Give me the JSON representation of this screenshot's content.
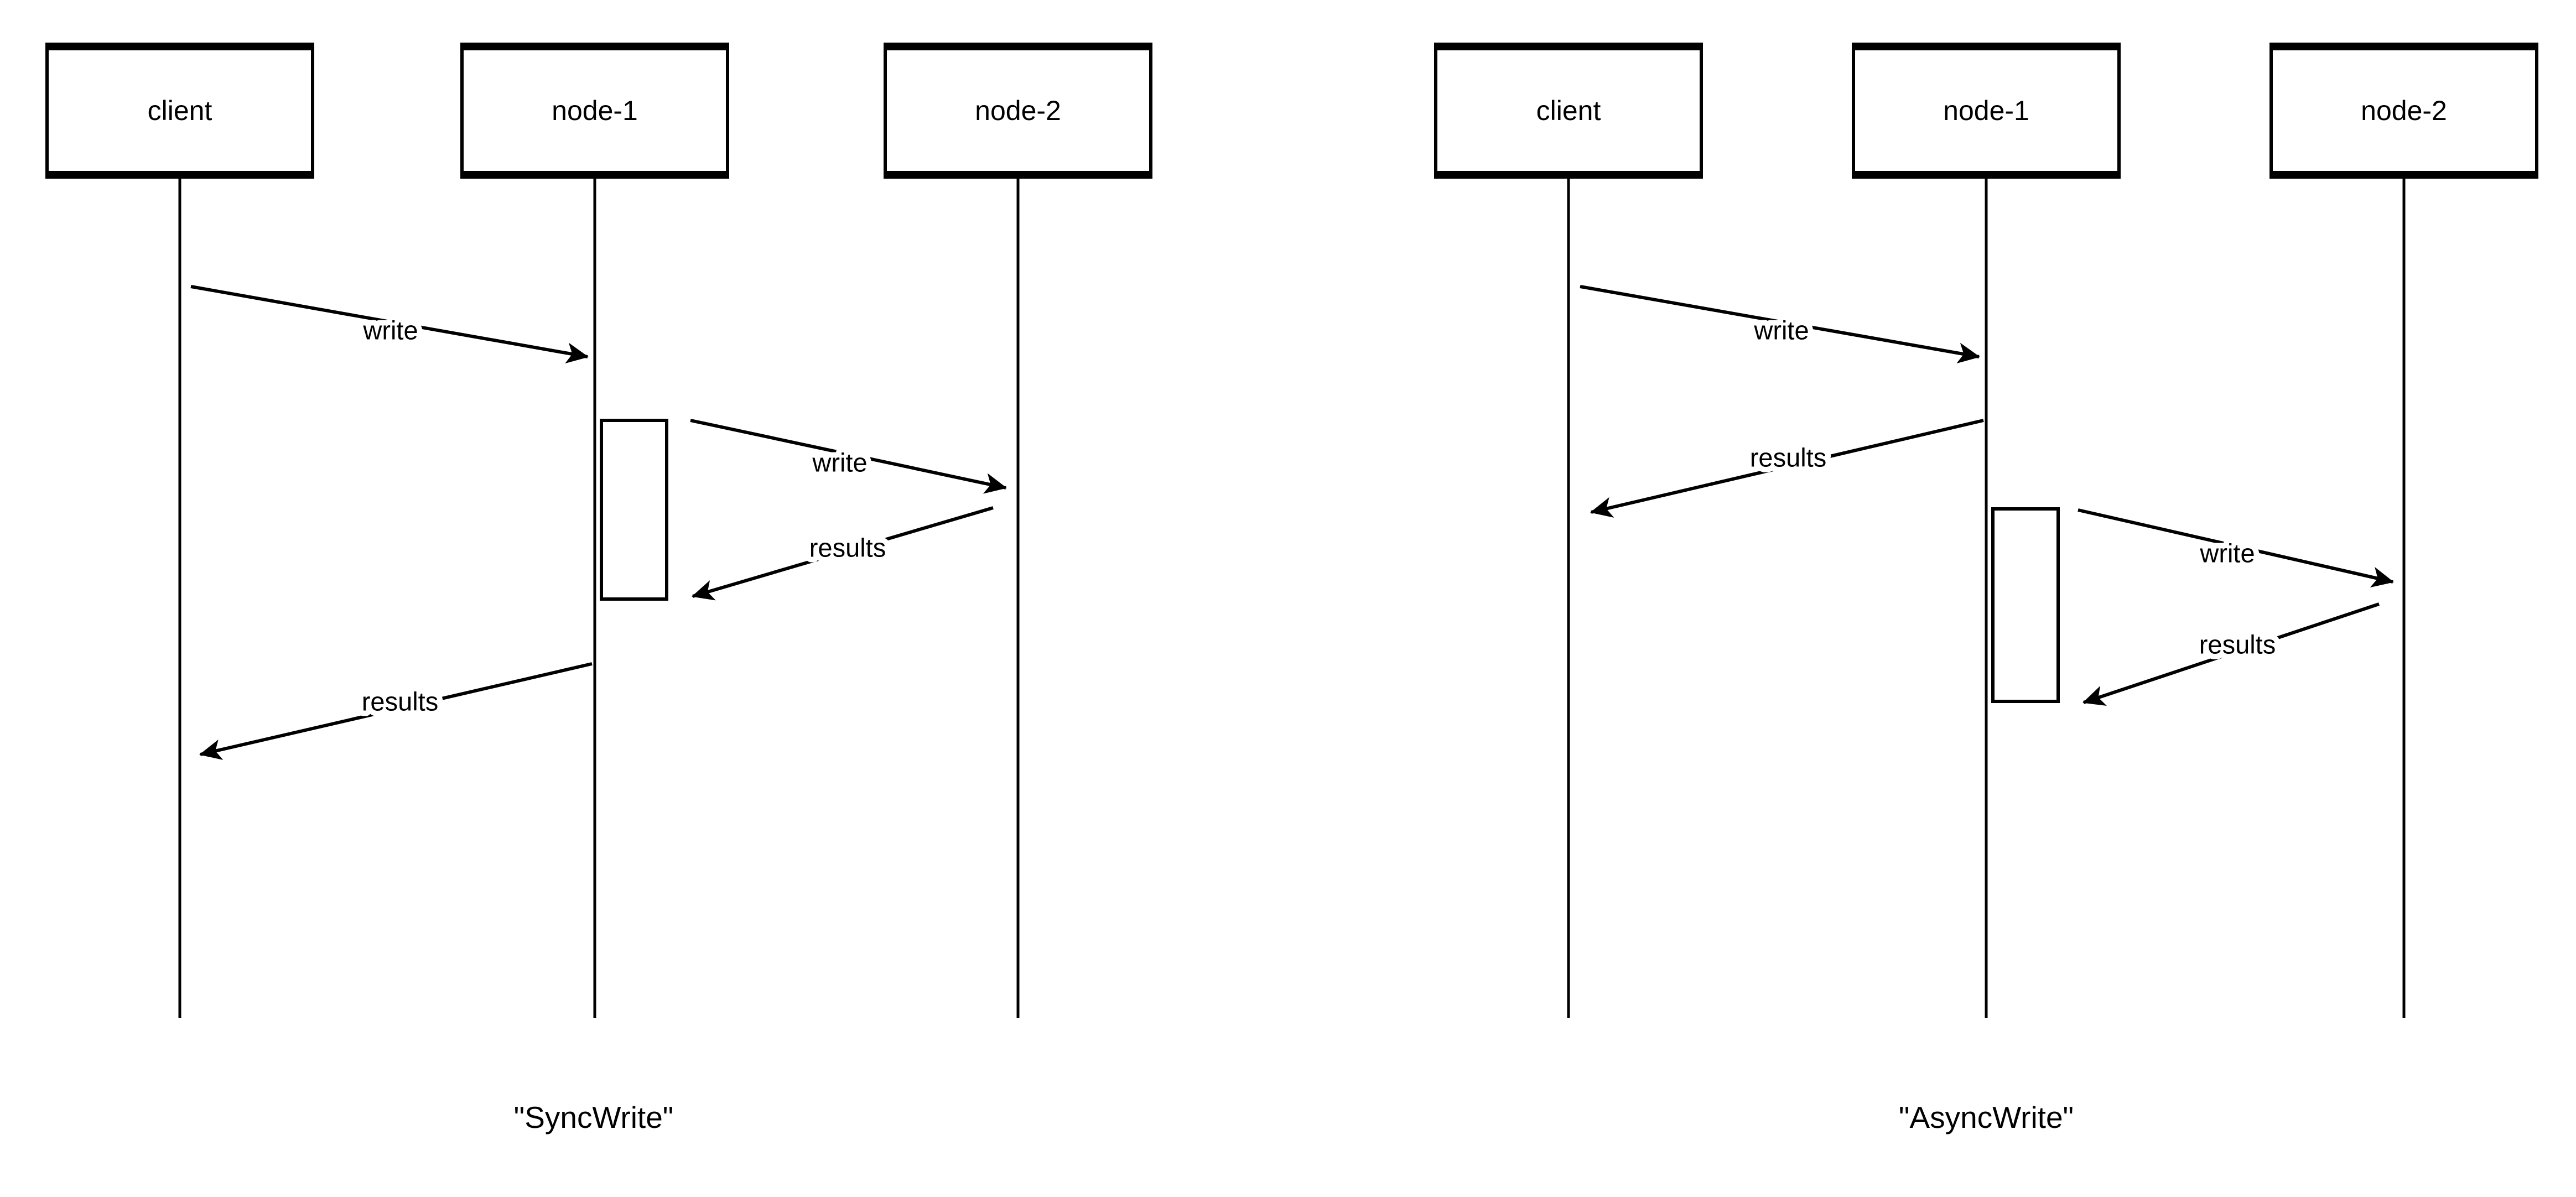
{
  "colors": {
    "background": "#ffffff",
    "stroke": "#000000",
    "text": "#000000"
  },
  "diagrams": [
    {
      "caption": "\"SyncWrite\"",
      "actors": [
        {
          "label": "client"
        },
        {
          "label": "node-1"
        },
        {
          "label": "node-2"
        }
      ],
      "messages": [
        {
          "label": "write",
          "from": "client",
          "to": "node-1"
        },
        {
          "label": "write",
          "from": "node-1",
          "to": "node-2"
        },
        {
          "label": "results",
          "from": "node-2",
          "to": "node-1"
        },
        {
          "label": "results",
          "from": "node-1",
          "to": "client"
        }
      ]
    },
    {
      "caption": "\"AsyncWrite\"",
      "actors": [
        {
          "label": "client"
        },
        {
          "label": "node-1"
        },
        {
          "label": "node-2"
        }
      ],
      "messages": [
        {
          "label": "write",
          "from": "client",
          "to": "node-1"
        },
        {
          "label": "results",
          "from": "node-1",
          "to": "client"
        },
        {
          "label": "write",
          "from": "node-1",
          "to": "node-2"
        },
        {
          "label": "results",
          "from": "node-2",
          "to": "node-1"
        }
      ]
    }
  ]
}
